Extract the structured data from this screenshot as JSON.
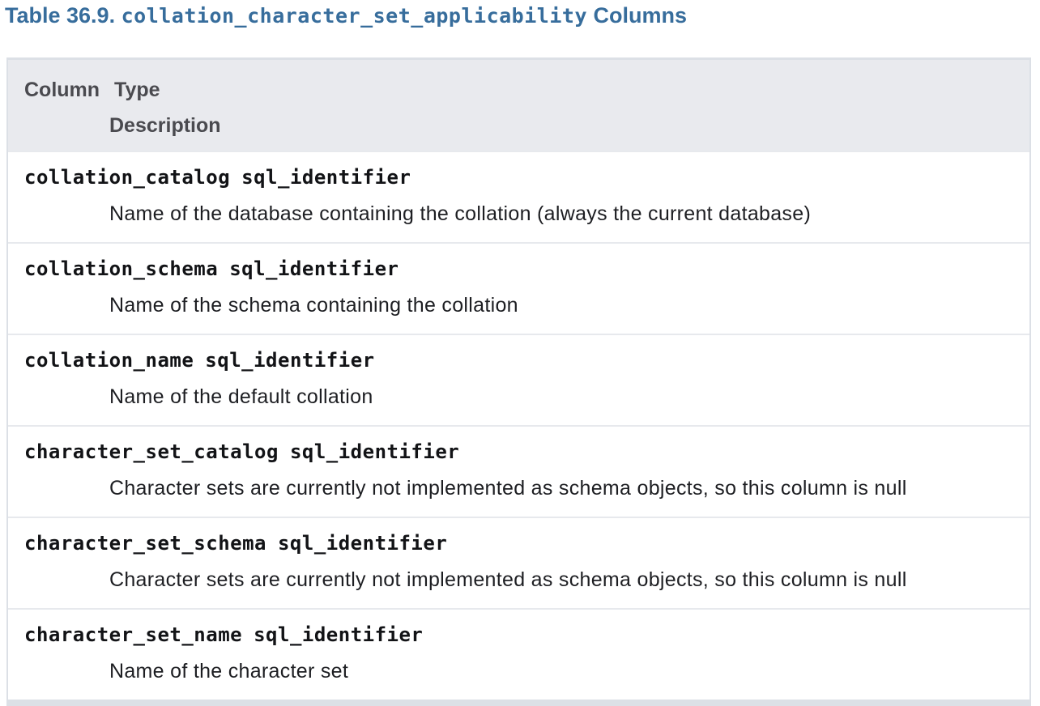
{
  "title": {
    "prefix": "Table 36.9.",
    "identifier": "collation_character_set_applicability",
    "suffix": "Columns"
  },
  "colors": {
    "title_blue": "#376d9c",
    "header_bg": "#e9eaee",
    "table_border": "#dce0e6",
    "header_text": "#4a4a4f",
    "body_text": "#1d1e22"
  },
  "table": {
    "header": {
      "col1": "Column",
      "col2": "Type",
      "col3": "Description"
    },
    "rows": [
      {
        "name": "collation_catalog",
        "type": "sql_identifier",
        "description": "Name of the database containing the collation (always the current database)"
      },
      {
        "name": "collation_schema",
        "type": "sql_identifier",
        "description": "Name of the schema containing the collation"
      },
      {
        "name": "collation_name",
        "type": "sql_identifier",
        "description": "Name of the default collation"
      },
      {
        "name": "character_set_catalog",
        "type": "sql_identifier",
        "description": "Character sets are currently not implemented as schema objects, so this column is null"
      },
      {
        "name": "character_set_schema",
        "type": "sql_identifier",
        "description": "Character sets are currently not implemented as schema objects, so this column is null"
      },
      {
        "name": "character_set_name",
        "type": "sql_identifier",
        "description": "Name of the character set"
      }
    ]
  }
}
